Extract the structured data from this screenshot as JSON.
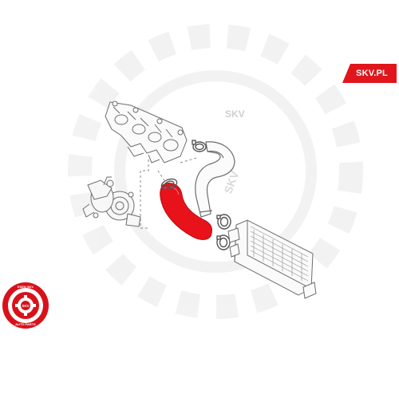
{
  "brand": {
    "tag_text": "SKV.PL",
    "tag_color": "#e1161c"
  },
  "logo": {
    "top_text": "ESEN SKV",
    "inner_text": "SKV",
    "bottom_text": "AUTO PARTS",
    "ring_color": "#d8121a"
  },
  "watermark": {
    "text": "SKV"
  },
  "parts": {
    "highlight_color": "#e8121b",
    "line_color": "#6d6d6d"
  }
}
